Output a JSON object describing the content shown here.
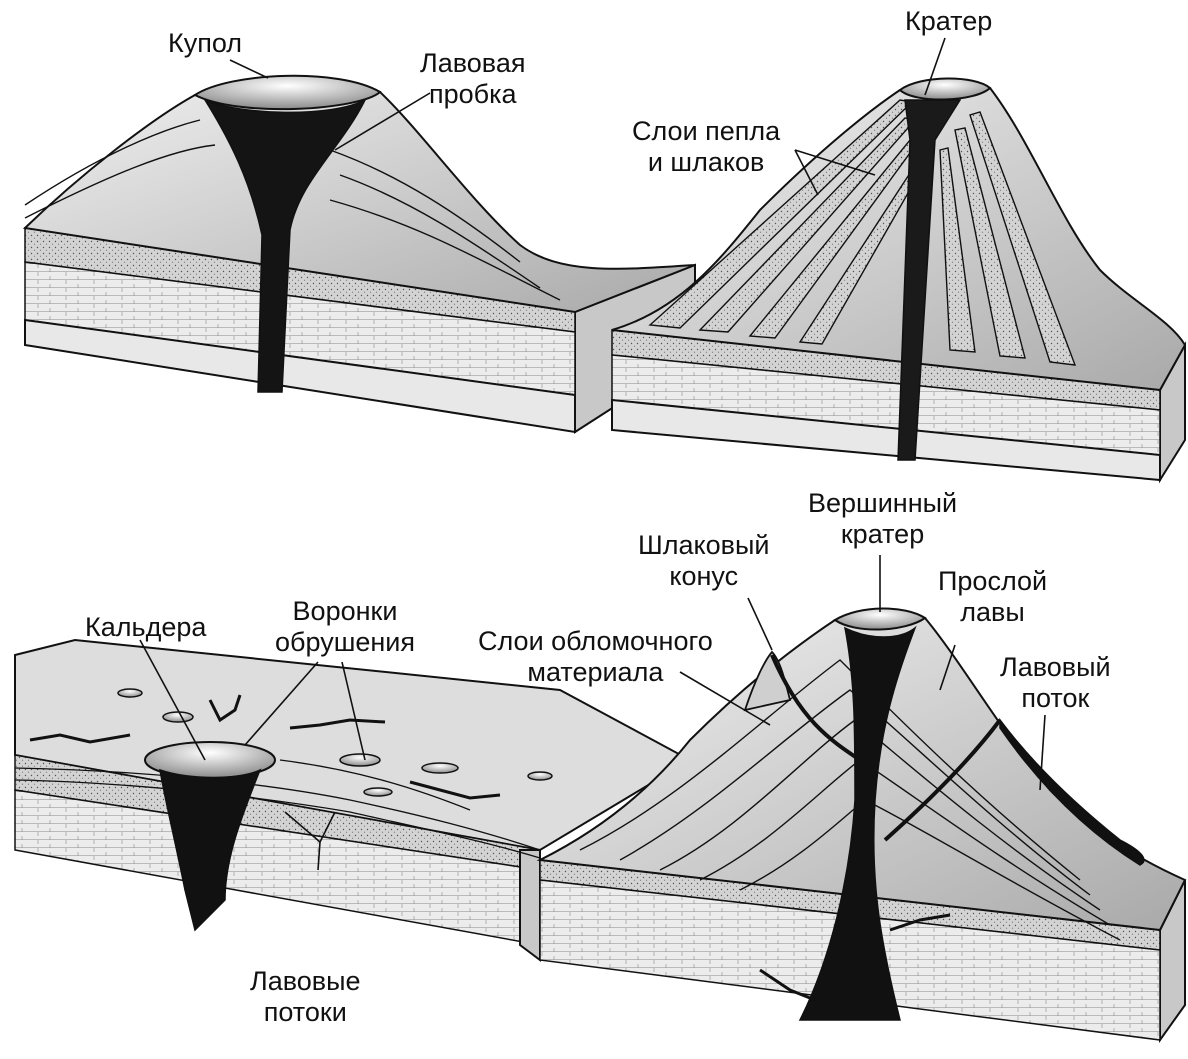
{
  "labels": {
    "kupol": "Купол",
    "lavovaya_probka": [
      "Лавовая",
      "пробка"
    ],
    "krater": "Кратер",
    "sloi_pepla": [
      "Слои пепла",
      "и шлаков"
    ],
    "vershinny_krater": [
      "Вершинный",
      "кратер"
    ],
    "shlakovy_konus": [
      "Шлаковый",
      "конус"
    ],
    "proslo_lavy": [
      "Прослой",
      "лавы"
    ],
    "sloi_oblomochnogo": [
      "Слои обломочного",
      "материала"
    ],
    "lavovy_potok": [
      "Лавовый",
      "поток"
    ],
    "kaldera": "Кальдера",
    "voronki": [
      "Воронки",
      "обрушения"
    ],
    "lavovye_potoki": [
      "Лавовые",
      "потоки"
    ]
  },
  "colors": {
    "ink": "#111111",
    "stipple_layer": "#b9b9b9",
    "light_layer": "#e6e6e6",
    "top_surface": "#dcdcdc",
    "magma": "#0d0d0d"
  }
}
